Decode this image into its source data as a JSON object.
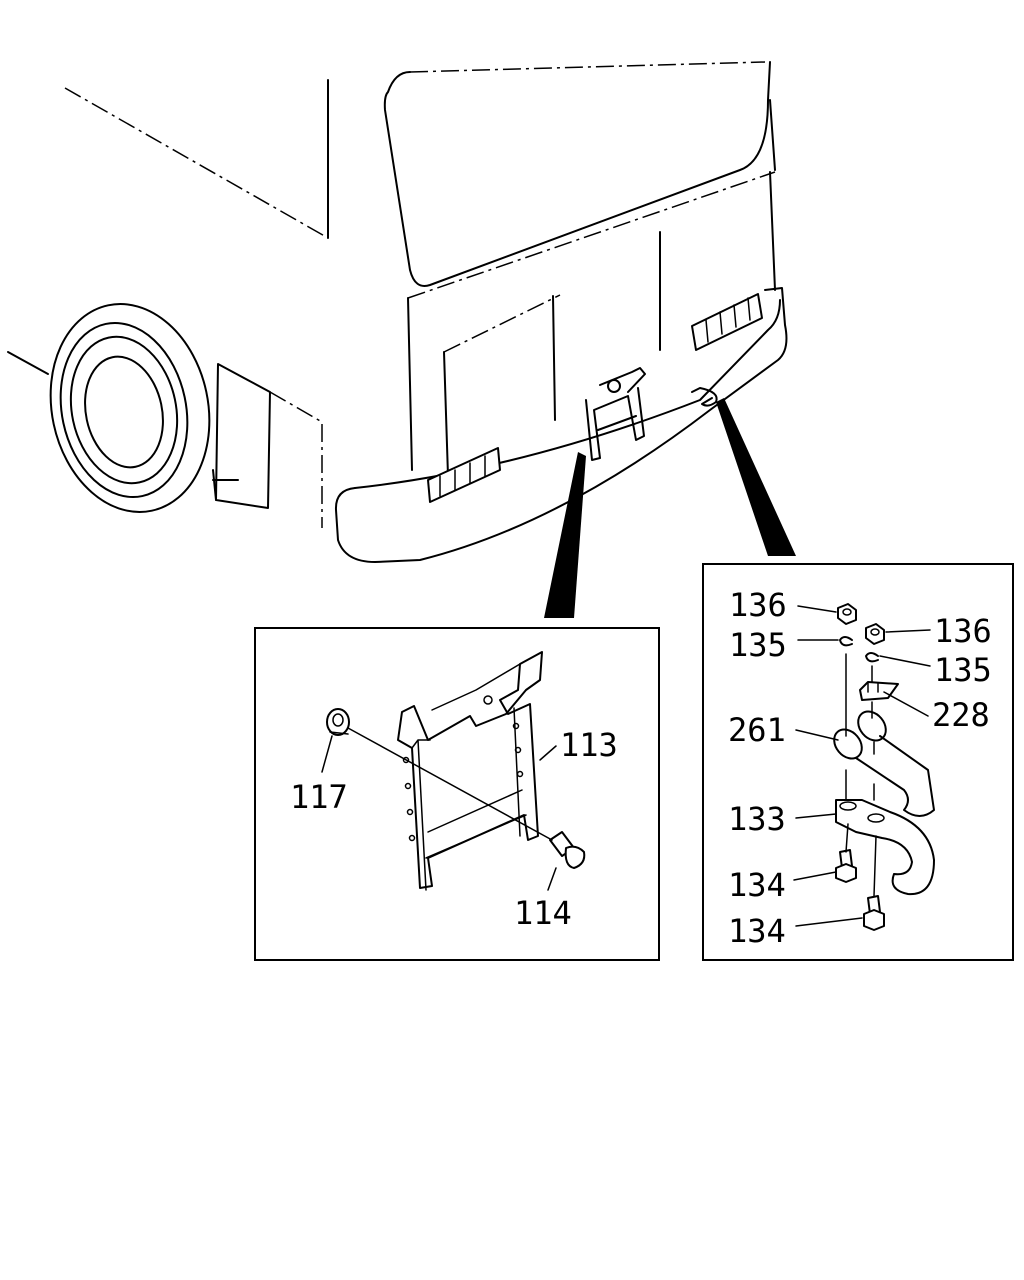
{
  "callouts": {
    "hanger_inset": [
      "113",
      "117",
      "114"
    ],
    "hook_inset": [
      "136",
      "135",
      "136",
      "135",
      "228",
      "261",
      "133",
      "134",
      "134"
    ]
  }
}
